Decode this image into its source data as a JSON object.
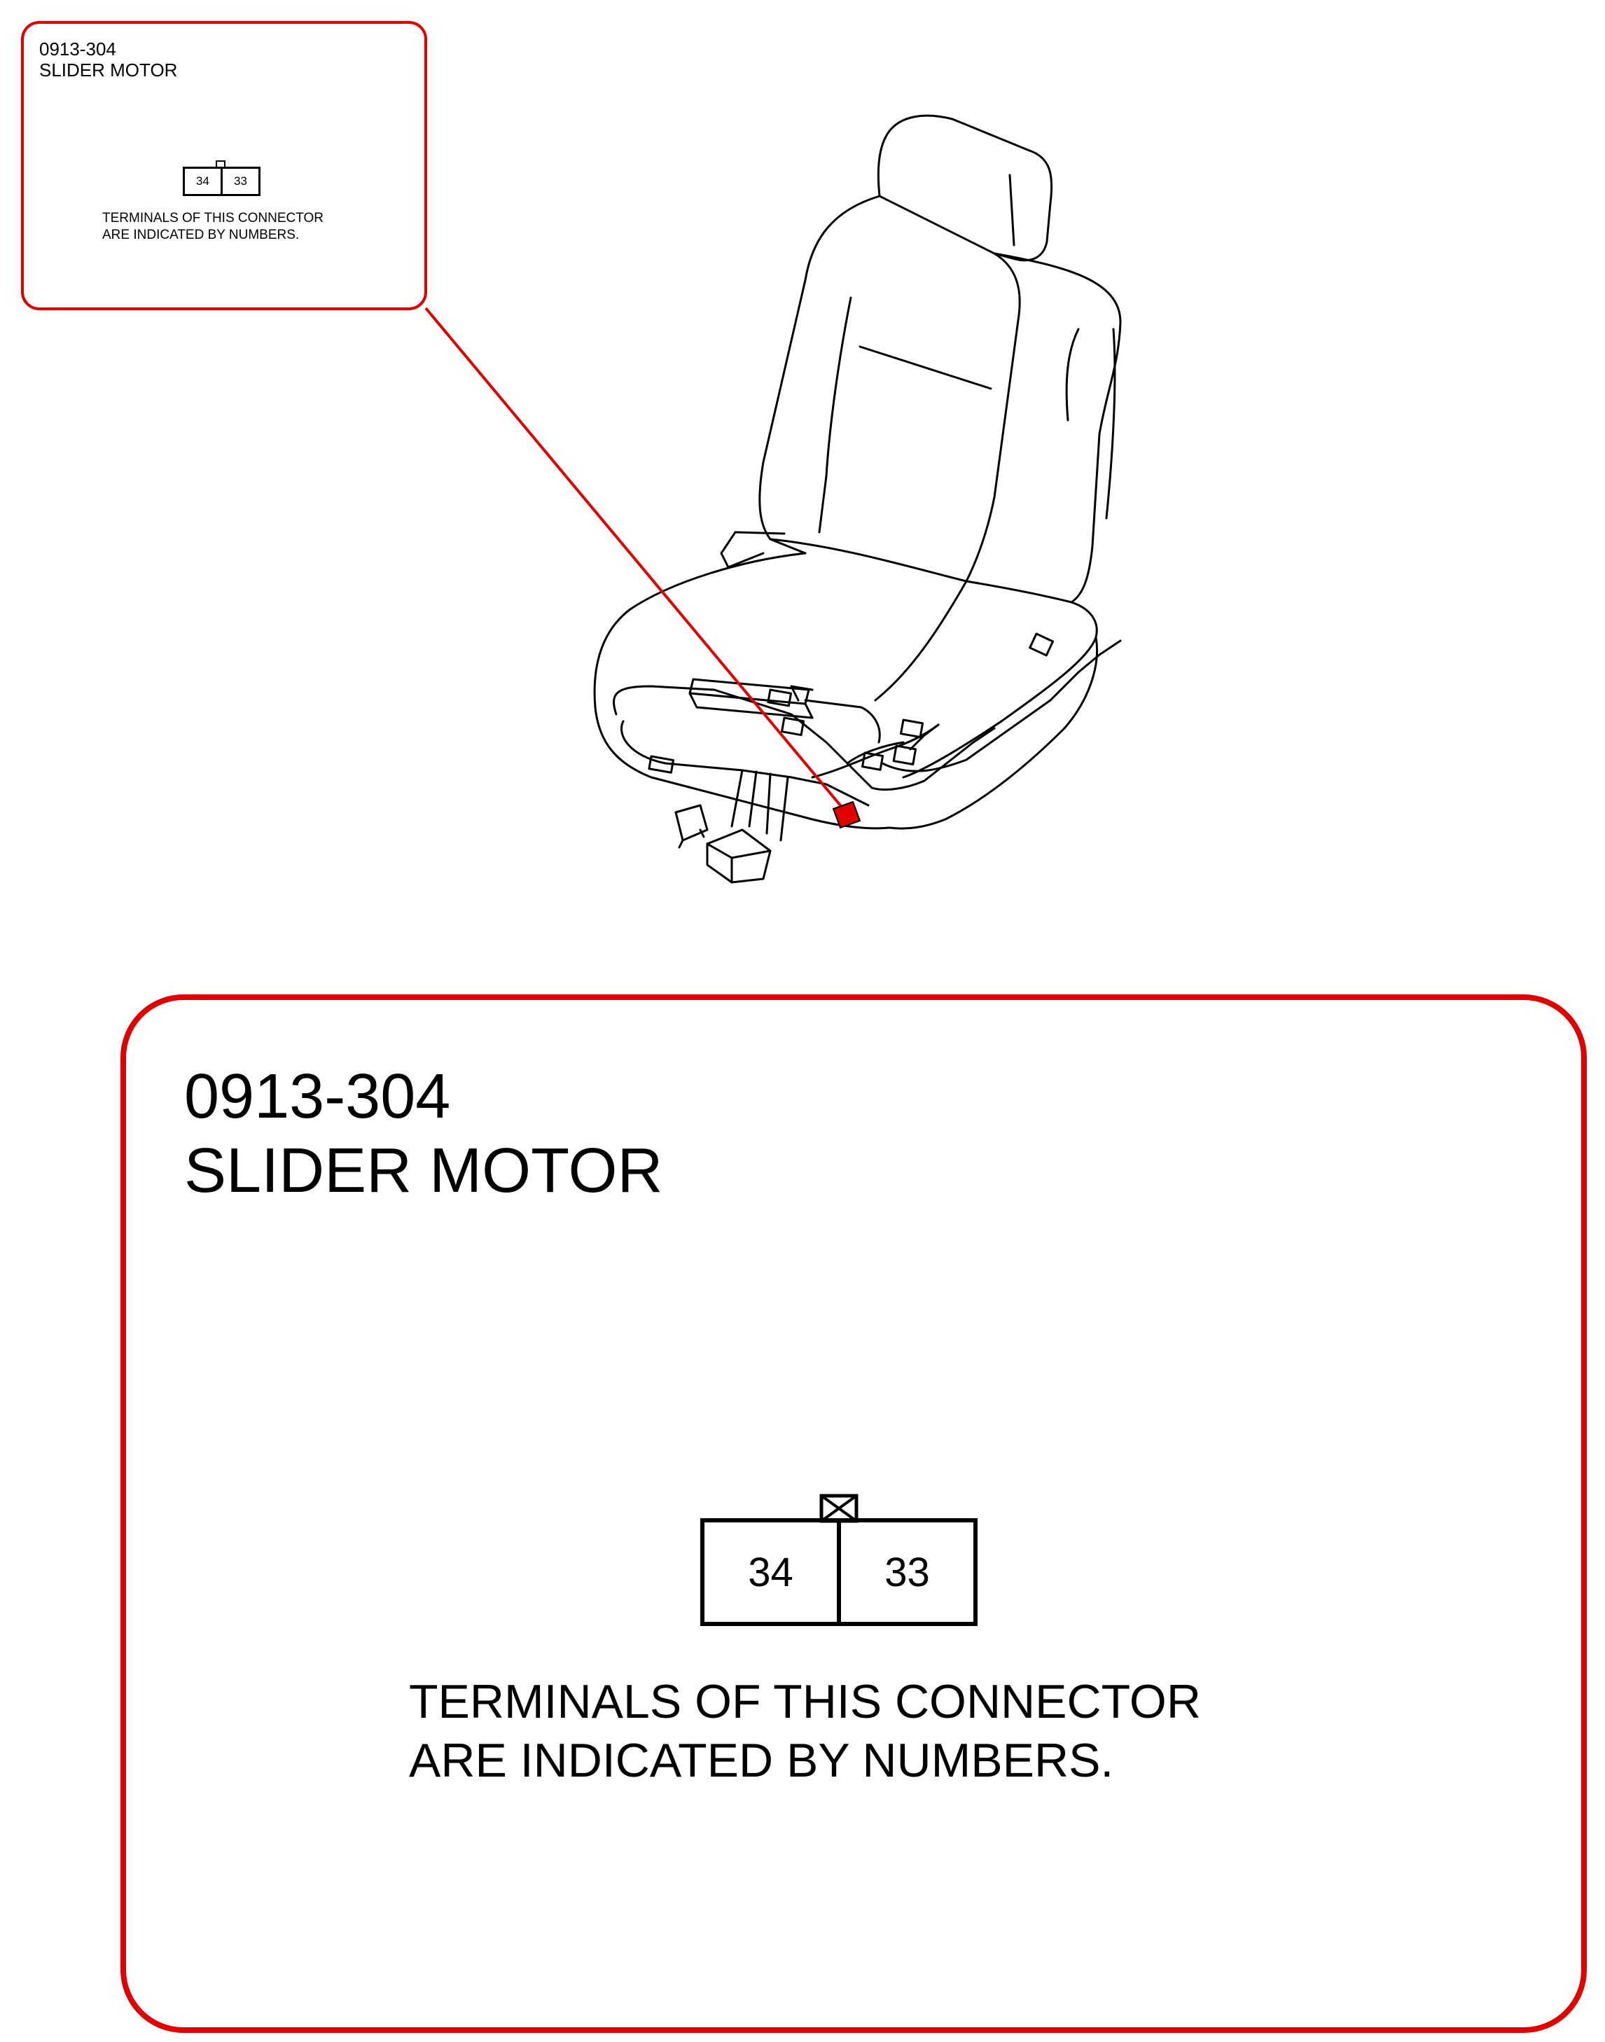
{
  "connector": {
    "part_number": "0913-304",
    "name": "SLIDER MOTOR",
    "terminals": [
      "34",
      "33"
    ],
    "note_line1": "TERMINALS OF THIS CONNECTOR",
    "note_line2": "ARE INDICATED BY NUMBERS."
  },
  "colors": {
    "callout": "#e00000",
    "highlight_connector": "#e00000",
    "line_art": "#000000"
  }
}
